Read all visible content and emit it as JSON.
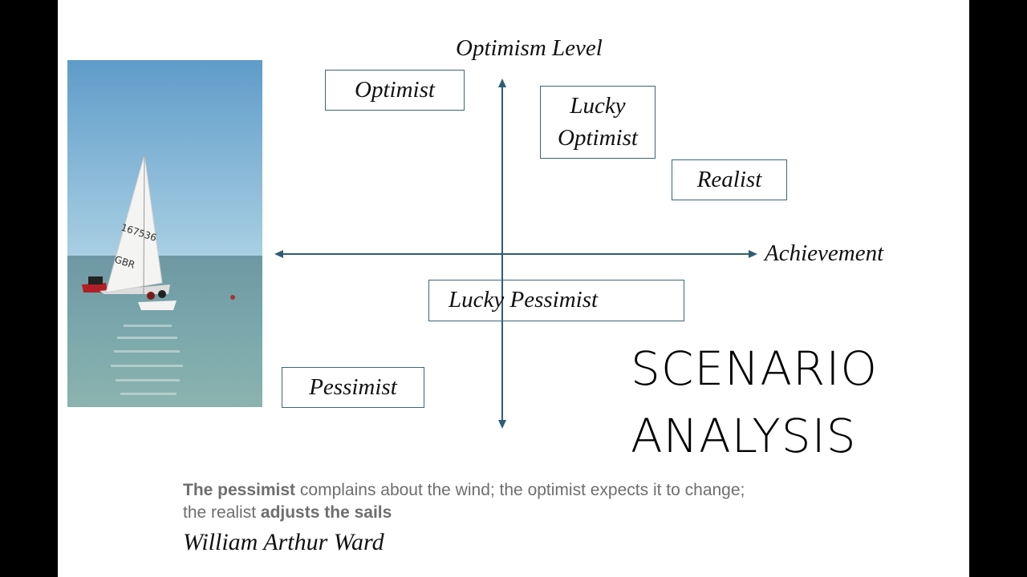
{
  "diagram": {
    "y_axis_label": "Optimism Level",
    "x_axis_label": "Achievement",
    "boxes": {
      "optimist": "Optimist",
      "lucky_optimist_line1": "Lucky",
      "lucky_optimist_line2": "Optimist",
      "realist": "Realist",
      "lucky_pessimist": "Lucky Pessimist",
      "pessimist": "Pessimist"
    }
  },
  "title": {
    "line1": "SCENARIO",
    "line2": "ANALYSIS"
  },
  "quote": {
    "bold1": "The pessimist",
    "text1": " complains about the wind; the optimist expects it to change;",
    "text2": "the realist ",
    "bold2": "adjusts the sails",
    "author": "William Arthur Ward"
  },
  "photo": {
    "sail_number": "167536",
    "sail_country": "GBR"
  },
  "colors": {
    "axis": "#2f5d72",
    "box_border": "#3d6678",
    "quote_text": "#6e6e6e"
  }
}
